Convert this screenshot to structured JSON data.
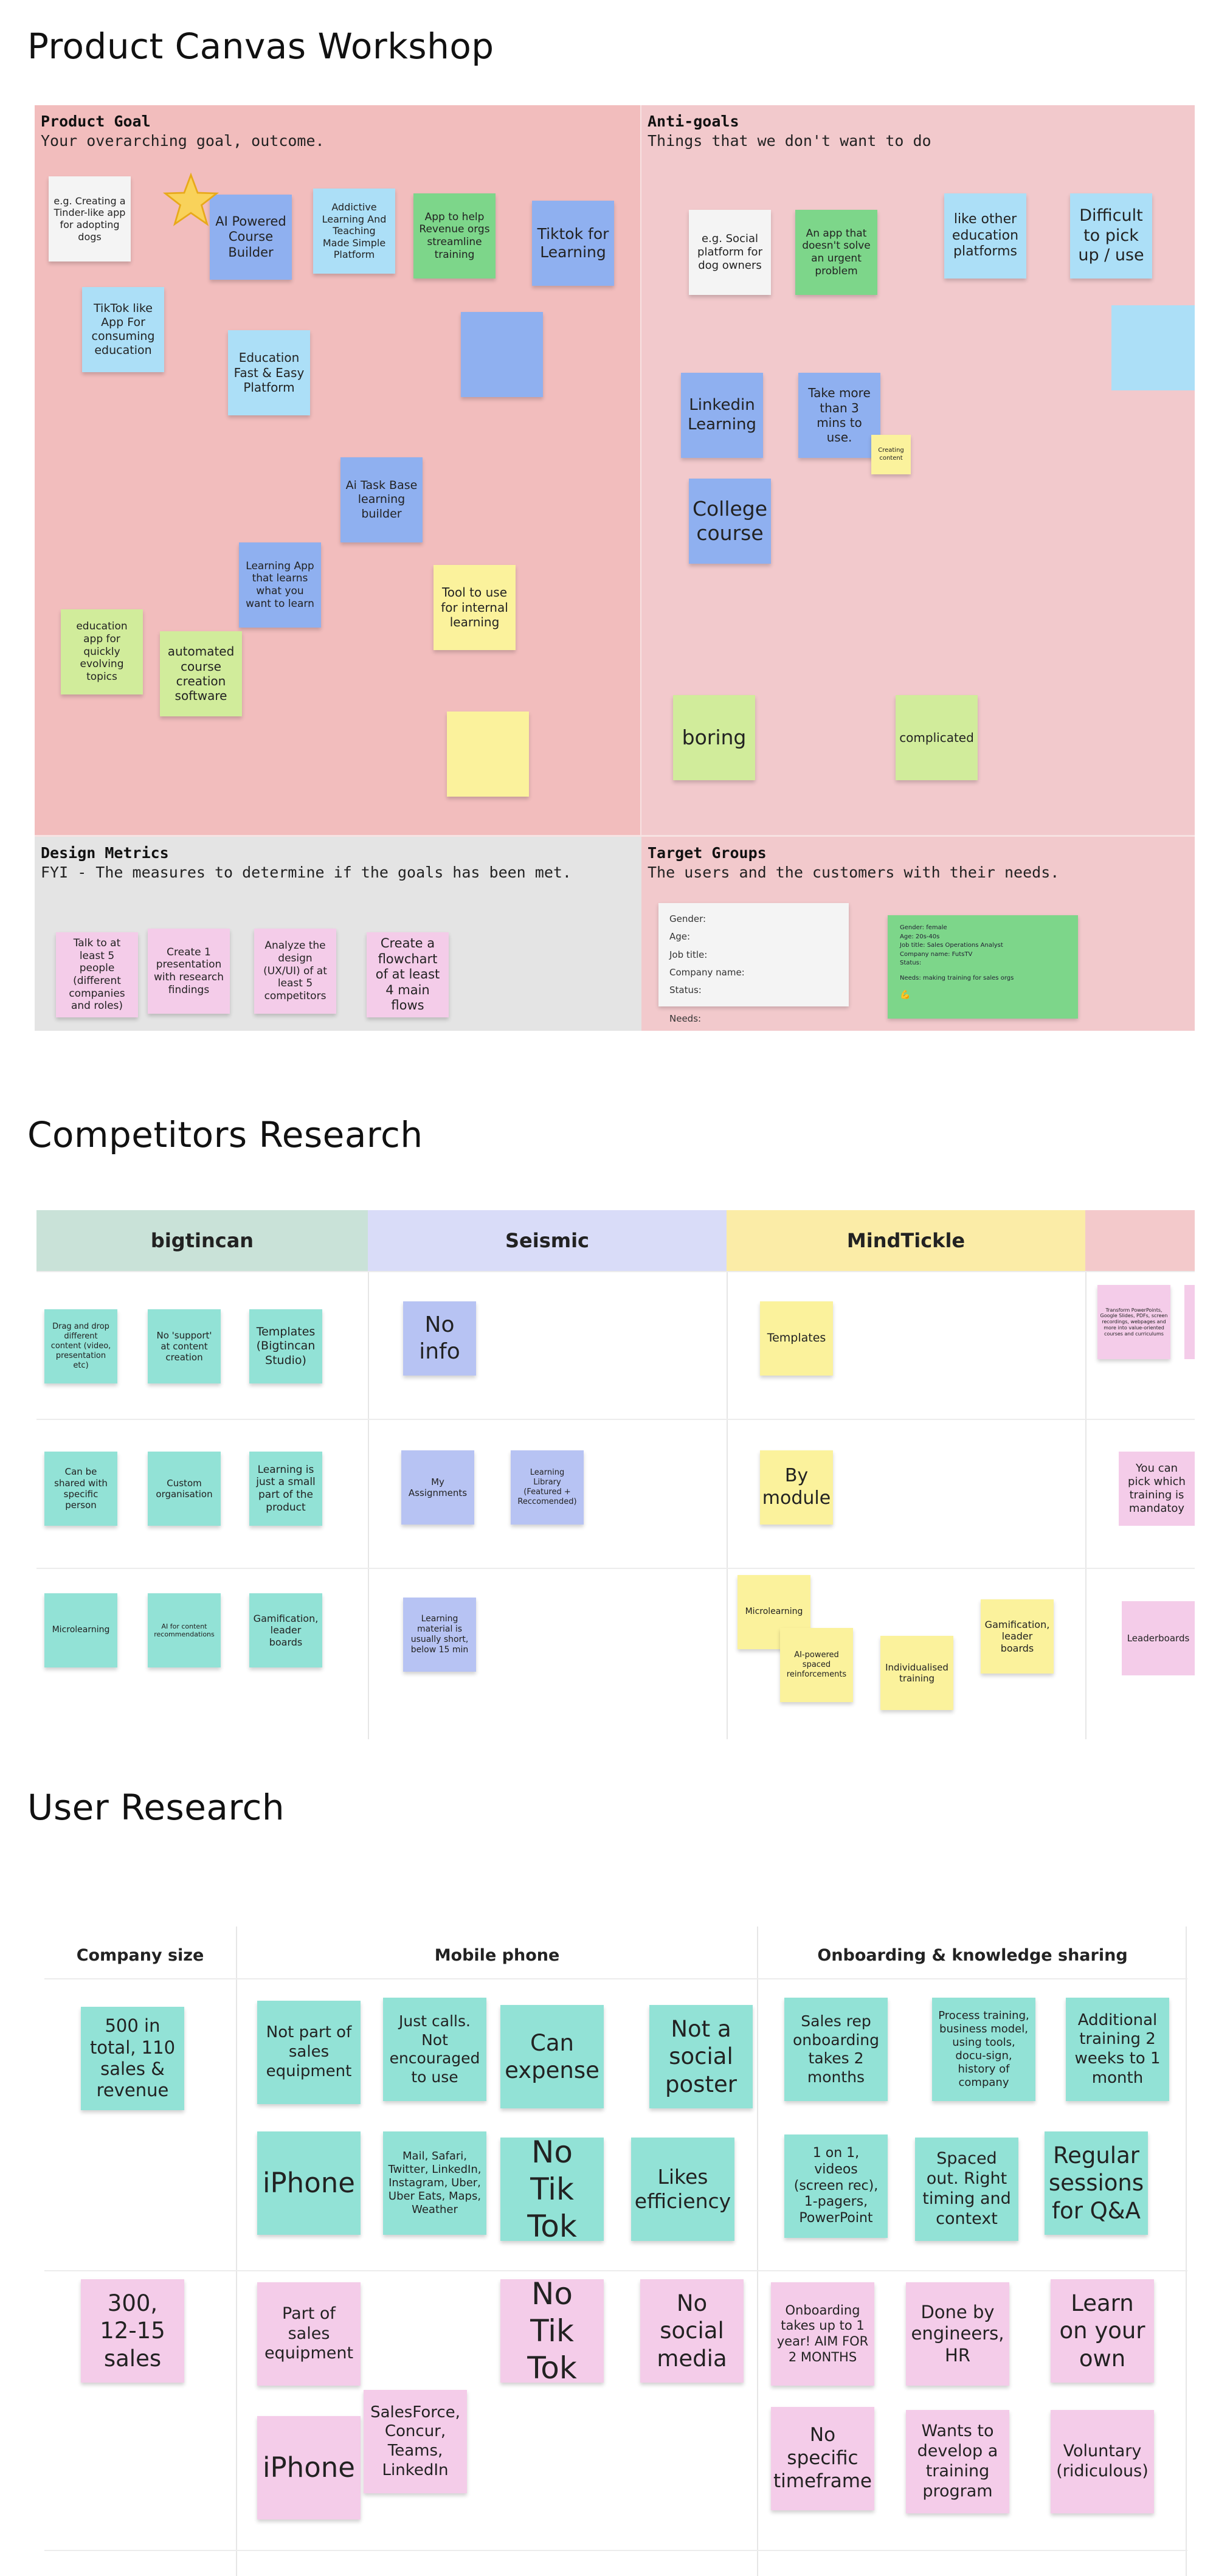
{
  "sections": {
    "product_canvas": "Product Canvas Workshop",
    "competitors": "Competitors Research",
    "user_research": "User Research"
  },
  "product_goal": {
    "title": "Product Goal",
    "subtitle": "Your overarching goal, outcome.",
    "stickies": [
      "e.g. Creating a Tinder-like app for adopting dogs",
      "AI Powered Course Builder",
      "Addictive Learning And Teaching Made Simple Platform",
      "App to help Revenue orgs streamline training",
      "Tiktok for Learning",
      "TikTok like App For consuming education",
      "Education Fast & Easy Platform",
      "",
      "Ai Task Base learning builder",
      "Learning App that learns what you want to learn",
      "Tool to use for internal learning",
      "education app for quickly evolving topics",
      "automated course creation software",
      ""
    ],
    "star_icon": "star-icon"
  },
  "anti_goals": {
    "title": "Anti-goals",
    "subtitle": "Things that we don't want to do",
    "stickies": [
      "e.g. Social platform for dog owners",
      "An app that doesn't solve an urgent problem",
      "like other education platforms",
      "Difficult to pick up / use",
      "",
      "Linkedin Learning",
      "Take more than 3 mins to use.",
      "Creating content",
      "College course",
      "boring",
      "complicated"
    ]
  },
  "design_metrics": {
    "title": "Design Metrics",
    "subtitle": "FYI - The measures to determine if the goals has been met.",
    "stickies": [
      "Talk to at least 5 people (different companies and roles)",
      "Create 1 presentation with research findings",
      "Analyze the design (UX/UI) of at least 5 competitors",
      "Create a flowchart of at least 4 main flows"
    ]
  },
  "target_groups": {
    "title": "Target Groups",
    "subtitle": "The users and the customers with their needs.",
    "template_lines": [
      "Gender:",
      "Age:",
      "Job title:",
      "Company name:",
      "Status:",
      "",
      "Needs:"
    ],
    "persona_lines": [
      "Gender: female",
      "Age: 20s-40s",
      "Job title: Sales Operations Analyst",
      "Company name: FutsTV",
      "Status:",
      "",
      "Needs: making training for sales orgs",
      "",
      "💪"
    ]
  },
  "competitors": {
    "columns": [
      "bigtincan",
      "Seismic",
      "MindTickle",
      ""
    ],
    "bigtincan": [
      "Drag and drop different content (video, presentation etc)",
      "No 'support' at content creation",
      "Templates (Bigtincan Studio)",
      "Can be shared with specific person",
      "Custom organisation",
      "Learning is just a small part of the product",
      "Microlearning",
      "AI for content recommendations",
      "Gamification, leader boards"
    ],
    "seismic": [
      "No info",
      "My Assignments",
      "Learning Library (Featured + Reccomended)",
      "Learning material is usually short, below 15 min"
    ],
    "mindtickle": [
      "Templates",
      "By module",
      "Microlearning",
      "AI-powered spaced reinforcements",
      "Individualised training",
      "Gamification, leader boards"
    ],
    "fourth": [
      "Transform PowerPoints, Google Slides, PDFs, screen recordings, webpages and more into value-oriented courses and curriculums",
      "You can pick which training is mandatoy",
      "Leaderboards"
    ]
  },
  "user_research": {
    "headers": [
      "Company size",
      "Mobile phone",
      "Onboarding & knowledge sharing"
    ],
    "row1": {
      "company": "500 in total, 110 sales & revenue",
      "mobile": [
        "Not part of sales equipment",
        "Just calls. Not encouraged to use",
        "Can expense",
        "Not a social poster",
        "iPhone",
        "Mail, Safari, Twitter, LinkedIn, Instagram, Uber, Uber Eats, Maps, Weather",
        "No Tik Tok",
        "Likes efficiency"
      ],
      "onboarding": [
        "Sales rep onboarding takes 2 months",
        "Process training, business model, using tools, docu-sign, history of company",
        "Additional training 2 weeks to 1 month",
        "1 on 1, videos (screen rec), 1-pagers, PowerPoint",
        "Spaced out. Right timing and context",
        "Regular sessions for Q&A"
      ]
    },
    "row2": {
      "company": "300, 12-15 sales",
      "mobile": [
        "Part of sales equipment",
        "No Tik Tok",
        "No social media",
        "iPhone",
        "SalesForce, Concur, Teams, LinkedIn"
      ],
      "onboarding": [
        "Onboarding takes up to 1 year! AIM FOR 2 MONTHS",
        "Done by engineers, HR",
        "Learn on your own",
        "No specific timeframe",
        "Wants to develop a training program",
        "Voluntary (ridiculous)"
      ]
    }
  },
  "colors": {
    "goal_bg": "#f2bdbd",
    "anti_bg": "#f2c9cc",
    "metrics_bg": "#e4e4e4",
    "bigtincan_head": "#c9e2d8",
    "seismic_head": "#d9dcf8",
    "mindtickle_head": "#fbeca7",
    "fourth_head": "#f3c9cb"
  }
}
